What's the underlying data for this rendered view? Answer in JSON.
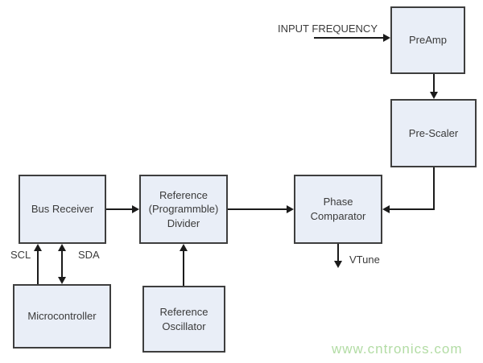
{
  "diagram": {
    "blocks": {
      "preamp": {
        "lines": [
          "PreAmp"
        ]
      },
      "prescaler": {
        "lines": [
          "Pre-Scaler"
        ]
      },
      "phase_comparator": {
        "lines": [
          "Phase",
          "Comparator"
        ]
      },
      "reference_divider": {
        "lines": [
          "Reference",
          "(Programmble)",
          "Divider"
        ]
      },
      "bus_receiver": {
        "lines": [
          "Bus Receiver"
        ]
      },
      "microcontroller": {
        "lines": [
          "Microcontroller"
        ]
      },
      "reference_oscillator": {
        "lines": [
          "Reference",
          "Oscillator"
        ]
      }
    },
    "labels": {
      "input_frequency": "INPUT FREQUENCY",
      "scl": "SCL",
      "sda": "SDA",
      "vtune": "VTune"
    },
    "watermark": "www.cntronics.com",
    "colors": {
      "background": "#FFFFFF",
      "block_fill": "#E9EEF7",
      "block_border": "#3E3E3E",
      "connector": "#1B1B1B",
      "text": "#3A3A3A",
      "watermark": "#B2DCA4"
    },
    "connections": [
      {
        "from": "input-frequency-label",
        "to": "preamp",
        "type": "arrow"
      },
      {
        "from": "preamp",
        "to": "prescaler",
        "type": "arrow"
      },
      {
        "from": "prescaler",
        "to": "phase-comparator",
        "type": "arrow"
      },
      {
        "from": "bus-receiver",
        "to": "reference-divider",
        "type": "arrow"
      },
      {
        "from": "reference-divider",
        "to": "phase-comparator",
        "type": "arrow"
      },
      {
        "from": "phase-comparator",
        "to": "vtune-label",
        "type": "arrow"
      },
      {
        "from": "microcontroller",
        "to": "bus-receiver",
        "label": "SCL",
        "type": "arrow"
      },
      {
        "from": "microcontroller",
        "to": "bus-receiver",
        "label": "SDA",
        "type": "double-arrow"
      },
      {
        "from": "reference-oscillator",
        "to": "reference-divider",
        "type": "arrow"
      }
    ]
  }
}
